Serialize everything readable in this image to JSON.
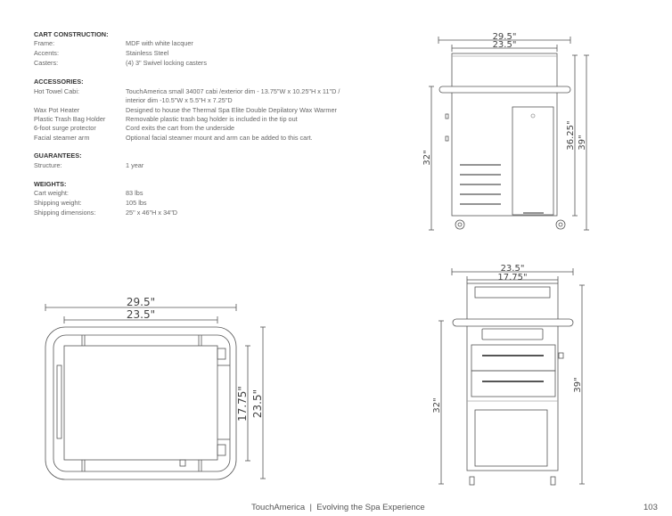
{
  "specs": {
    "cart_construction": {
      "heading": "CART CONSTRUCTION:",
      "rows": [
        {
          "label": "Frame:",
          "value": "MDF with white lacquer"
        },
        {
          "label": "Accents:",
          "value": "Stainless Steel"
        },
        {
          "label": "Casters:",
          "value": "(4) 3\" Swivel locking casters"
        }
      ]
    },
    "accessories": {
      "heading": "ACCESSORIES:",
      "rows": [
        {
          "label": "Hot Towel Cabi:",
          "value": "TouchAmerica small 34007 cabi /exterior dim - 13.75\"W x 10.25\"H x 11\"D /",
          "value2": "interior dim -10.5\"W x 5.5\"H x 7.25\"D"
        },
        {
          "label": "Wax Pot Heater",
          "value": "Designed to house the Thermal Spa Elite Double Depilatory Wax Warmer"
        },
        {
          "label": "Plastic Trash Bag Holder",
          "value": "Removable plastic trash bag holder is included in the tip out"
        },
        {
          "label": "6-foot surge protector",
          "value": "Cord exits the cart from the underside"
        },
        {
          "label": "Facial steamer arm",
          "value": "Optional facial steamer mount and arm can be added to this cart."
        }
      ]
    },
    "guarantees": {
      "heading": "GUARANTEES:",
      "rows": [
        {
          "label": "Structure:",
          "value": "1 year"
        }
      ]
    },
    "weights": {
      "heading": "WEIGHTS:",
      "rows": [
        {
          "label": "Cart weight:",
          "value": "83 lbs"
        },
        {
          "label": "Shipping weight:",
          "value": "105 lbs"
        },
        {
          "label": "Shipping dimensions:",
          "value": "25\" x 46\"H x 34\"D"
        }
      ]
    }
  },
  "drawings": {
    "front": {
      "overall_width": "29.5\"",
      "body_width": "23.5\"",
      "rail_height": "32\"",
      "body_height": "36.25\"",
      "total_height": "39\""
    },
    "side": {
      "overall_width": "23.5\"",
      "body_width": "17.75\"",
      "rail_height": "32\"",
      "total_height": "39\""
    },
    "top": {
      "overall_width": "29.5\"",
      "body_width": "23.5\"",
      "body_depth": "17.75\"",
      "overall_depth": "23.5\""
    }
  },
  "footer": {
    "brand": "TouchAmerica",
    "separator": "|",
    "tagline": "Evolving the Spa Experience",
    "page_number": "103"
  }
}
